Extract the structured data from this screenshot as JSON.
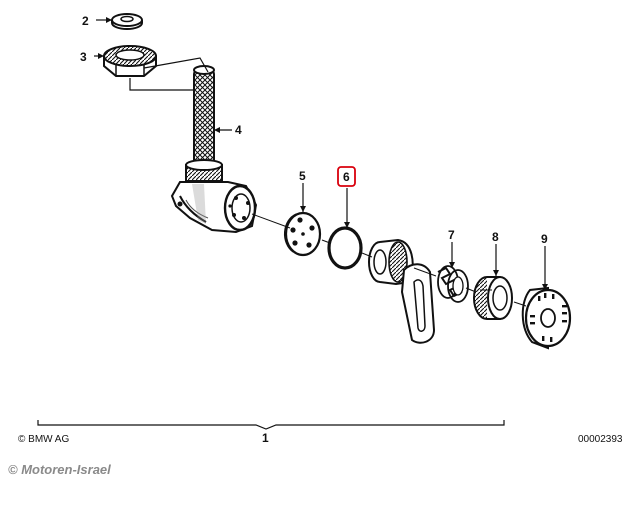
{
  "callouts": {
    "p1": "1",
    "p2": "2",
    "p3": "3",
    "p4": "4",
    "p5": "5",
    "p6": "6",
    "p7": "7",
    "p8": "8",
    "p9": "9"
  },
  "highlighted_callout": "6",
  "highlight_color": "#d9000d",
  "footer": {
    "copyright": "© BMW AG",
    "drawing_number": "00002393"
  },
  "watermark": "© Motoren-Israel"
}
